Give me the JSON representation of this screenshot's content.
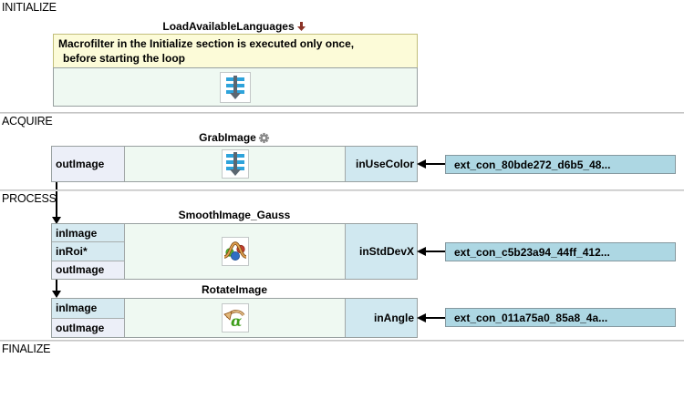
{
  "sections": {
    "initialize": {
      "label": "INITIALIZE"
    },
    "acquire": {
      "label": "ACQUIRE"
    },
    "process": {
      "label": "PROCESS"
    },
    "finalize": {
      "label": "FINALIZE"
    }
  },
  "blocks": {
    "load_languages": {
      "title": "LoadAvailableLanguages",
      "comment_line1": "Macrofilter in the Initialize section is executed only once,",
      "comment_line2": "before starting the loop",
      "icon": "macrofilter-icon",
      "variant_icon": "red-down-arrow-icon"
    },
    "grab_image": {
      "title": "GrabImage",
      "title_icon": "gear-icon",
      "port_out": "outImage",
      "port_in_right": "inUseColor",
      "icon": "macrofilter-icon",
      "ext_con": "ext_con_80bde272_d6b5_48..."
    },
    "smooth_image": {
      "title": "SmoothImage_Gauss",
      "ports_left": [
        "inImage",
        "inRoi*",
        "outImage"
      ],
      "port_in_right": "inStdDevX",
      "icon": "gauss-smooth-icon",
      "ext_con": "ext_con_c5b23a94_44ff_412..."
    },
    "rotate_image": {
      "title": "RotateImage",
      "ports_left": [
        "inImage",
        "outImage"
      ],
      "port_in_right": "inAngle",
      "icon": "rotate-alpha-icon",
      "ext_con": "ext_con_011a75a0_85a8_4a..."
    }
  },
  "colors": {
    "in_port_bg": "#d6eaf1",
    "out_port_bg": "#eceff8",
    "body_bg": "#eff9f2",
    "comment_bg": "#fcfbd8",
    "comment_border": "#c2be7b",
    "ext_con_bg": "#add7e3",
    "macrofilter_blue": "#2ea3db",
    "arrow_gray": "#5b6670",
    "variant_arrow_red": "#8b3327",
    "connection_black": "#000000",
    "separator_gray": "#dcdcdc"
  }
}
